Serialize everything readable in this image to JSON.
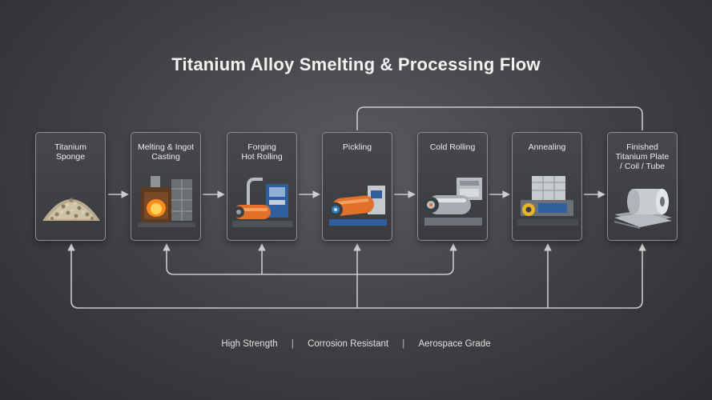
{
  "title": "Titanium Alloy Smelting & Processing Flow",
  "stages": [
    {
      "label": "Titanium\nSponge",
      "icon": "titanium-sponge-pile-icon"
    },
    {
      "label": "Melting & Ingot\nCasting",
      "icon": "melting-furnace-icon"
    },
    {
      "label": "Forging\nHot Rolling",
      "icon": "hot-rolling-mill-icon"
    },
    {
      "label": "Pickling",
      "icon": "pickling-tank-icon"
    },
    {
      "label": "Cold Rolling",
      "icon": "cold-rolling-mill-icon"
    },
    {
      "label": "Annealing",
      "icon": "annealing-furnace-icon"
    },
    {
      "label": "Finished\nTitanium Plate\n/ Coil / Tube",
      "icon": "titanium-coil-plate-icon"
    }
  ],
  "features": [
    "High Strength",
    "Corrosion Resistant",
    "Aerospace Grade"
  ],
  "colors": {
    "connector": "#c9c9cb",
    "furnace_glow": "#ff8a1e",
    "machine_blue": "#2f5f9e",
    "machine_orange": "#e0702a"
  }
}
